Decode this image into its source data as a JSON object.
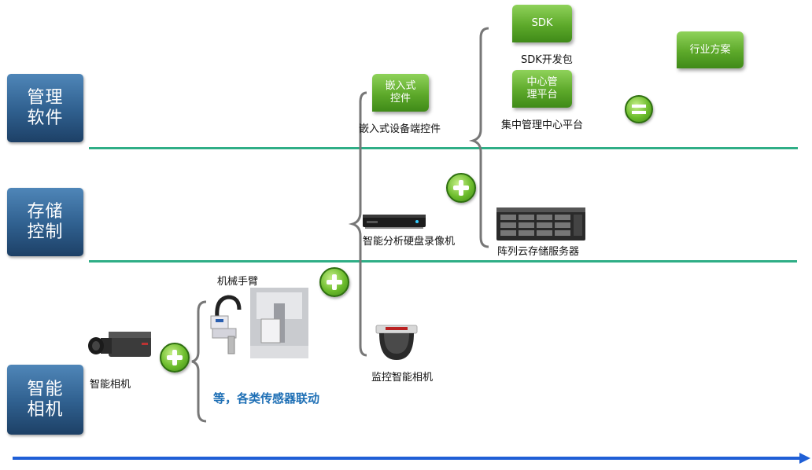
{
  "categories": {
    "management": "管理\n软件",
    "storage": "存储\n控制",
    "camera": "智能\n相机"
  },
  "buttons": {
    "sdk": "SDK",
    "industry": "行业方案",
    "embedded": "嵌入式\n控件",
    "central": "中心管\n理平台"
  },
  "labels": {
    "sdk_pkg": "SDK开发包",
    "central_platform": "集中管理中心平台",
    "embedded_ctrl": "嵌入式设备端控件",
    "nvr": "智能分析硬盘录像机",
    "storage_server": "阵列云存储服务器",
    "robot_arm": "机械手臂",
    "smart_camera": "智能相机",
    "monitor_camera": "监控智能相机",
    "sensors": "等，各类传感器联动"
  },
  "colors": {
    "category_blue": "#2f5f8e",
    "button_green": "#5da92a",
    "divider_green": "#2fae86",
    "arrow_blue": "#1f5fd6",
    "note_blue": "#1e6fb5"
  }
}
